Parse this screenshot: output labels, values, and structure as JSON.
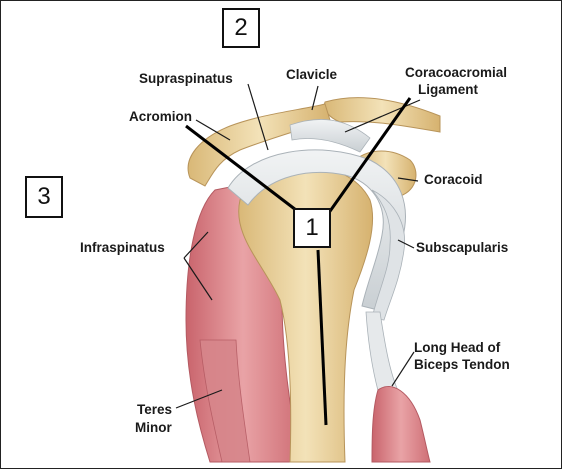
{
  "labels": {
    "supraspinatus": "Supraspinatus",
    "clavicle": "Clavicle",
    "coracoacromial_1": "Coracoacromial",
    "coracoacromial_2": "Ligament",
    "acromion": "Acromion",
    "coracoid": "Coracoid",
    "infraspinatus": "Infraspinatus",
    "subscapularis": "Subscapularis",
    "biceps_1": "Long Head of",
    "biceps_2": "Biceps Tendon",
    "teres_1": "Teres",
    "teres_2": "Minor"
  },
  "boxes": {
    "box1": "1",
    "box2": "2",
    "box3": "3"
  },
  "colors": {
    "muscle": "#d9848a",
    "tendon": "#dfe3e6",
    "bone": "#efd9a6",
    "text": "#1a1a1a"
  }
}
